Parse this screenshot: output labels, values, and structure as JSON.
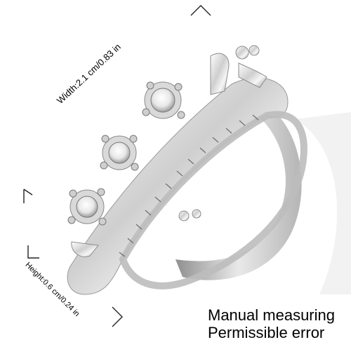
{
  "dimensions": {
    "width_text": "Width:2.1 cm/0.83 in",
    "height_text": "Height:0.6 cm/0.24 in"
  },
  "note": {
    "line1": "Manual measuring",
    "line2": "Permissible error"
  },
  "colors": {
    "silver_light": "#f4f4f4",
    "silver_mid": "#c9c9c9",
    "silver_dark": "#8a8a8a",
    "gem_white": "#ffffff"
  }
}
